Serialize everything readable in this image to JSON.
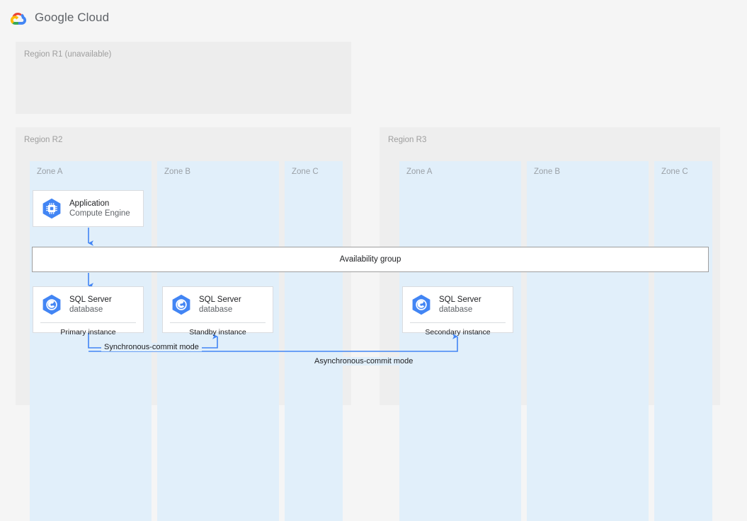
{
  "header": {
    "brand": "Google Cloud",
    "logo_icon": "google-cloud-logo"
  },
  "colors": {
    "page_background": "#f5f5f5",
    "region_background": "#eeeeee",
    "zone_background": "#e1effa",
    "card_background": "#ffffff",
    "card_border": "#dadce0",
    "accent_blue": "#4285f4",
    "connector_blue": "#4285f4",
    "label_gray": "#9e9e9e",
    "text_primary": "#202124",
    "availability_bar_border": "#9e9e9e"
  },
  "regions": [
    {
      "id": "r1",
      "label": "Region R1 (unavailable)",
      "unavailable": true,
      "zones": []
    },
    {
      "id": "r2",
      "label": "Region R2",
      "unavailable": false,
      "zones": [
        {
          "id": "r2-zone-a",
          "label": "Zone A"
        },
        {
          "id": "r2-zone-b",
          "label": "Zone B"
        },
        {
          "id": "r2-zone-c",
          "label": "Zone C"
        }
      ]
    },
    {
      "id": "r3",
      "label": "Region R3",
      "unavailable": false,
      "zones": [
        {
          "id": "r3-zone-a",
          "label": "Zone A"
        },
        {
          "id": "r3-zone-b",
          "label": "Zone B"
        },
        {
          "id": "r3-zone-c",
          "label": "Zone C"
        }
      ]
    }
  ],
  "cards": {
    "application": {
      "title": "Application",
      "subtitle": "Compute Engine",
      "icon": "compute-engine-icon"
    },
    "primary_db": {
      "title": "SQL Server",
      "subtitle": "database",
      "footer": "Primary instance",
      "icon": "sql-server-database-icon"
    },
    "standby_db": {
      "title": "SQL Server",
      "subtitle": "database",
      "footer": "Standby instance",
      "icon": "sql-server-database-icon"
    },
    "secondary_db": {
      "title": "SQL Server",
      "subtitle": "database",
      "footer": "Secondary instance",
      "icon": "sql-server-database-icon"
    }
  },
  "availability_group": {
    "label": "Availability group"
  },
  "connectors": {
    "synchronous": "Synchronous-commit mode",
    "asynchronous": "Asynchronous-commit mode"
  }
}
